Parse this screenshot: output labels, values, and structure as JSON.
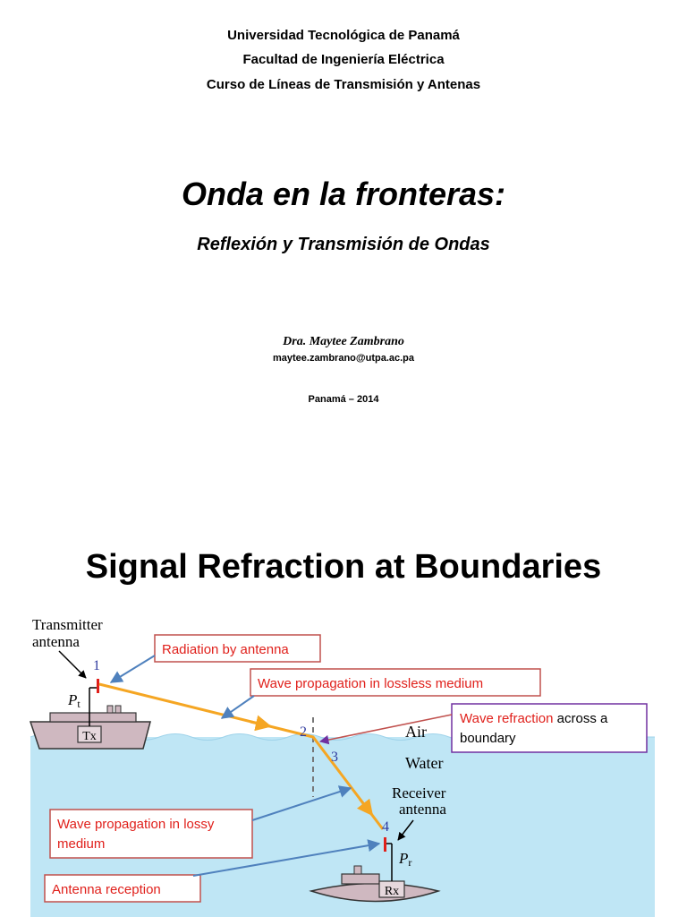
{
  "cover": {
    "university": "Universidad Tecnológica de Panamá",
    "faculty": "Facultad de Ingeniería Eléctrica",
    "course": "Curso de Líneas de Transmisión y Antenas",
    "title": "Onda en la fronteras:",
    "subtitle": "Reflexión y Transmisión de Ondas",
    "author": "Dra. Maytee Zambrano",
    "email": "maytee.zambrano@utpa.ac.pa",
    "place_year": "Panamá – 2014"
  },
  "slide2": {
    "title": "Signal Refraction at Boundaries",
    "diagram": {
      "transmitter_label_1": "Transmitter",
      "transmitter_label_2": "antenna",
      "receiver_label_1": "Receiver",
      "receiver_label_2": "antenna",
      "tx_label": "Tx",
      "rx_label": "Rx",
      "pt_main": "P",
      "pt_sub": "t",
      "pr_main": "P",
      "pr_sub": "r",
      "point_1": "1",
      "point_2": "2",
      "point_3": "3",
      "point_4": "4",
      "air_label": "Air",
      "water_label": "Water",
      "callouts": {
        "radiation": "Radiation by antenna",
        "lossless": "Wave propagation in lossless medium",
        "refraction_red": "Wave refraction",
        "refraction_black_1": " across a",
        "refraction_black_2": "boundary",
        "lossy_1": "Wave propagation in lossy",
        "lossy_2": "medium",
        "reception": "Antenna reception"
      }
    },
    "colors": {
      "water": "#bfe6f5",
      "ray": "#f5a623",
      "callout_border": "#c0504d",
      "callout_text": "#e0201b",
      "refraction_border": "#7030a0",
      "arrow_blue": "#4f81bd",
      "ship": "#cfb8c0",
      "antenna_red": "#e0201b",
      "point_number": "#2f3a9e"
    }
  }
}
